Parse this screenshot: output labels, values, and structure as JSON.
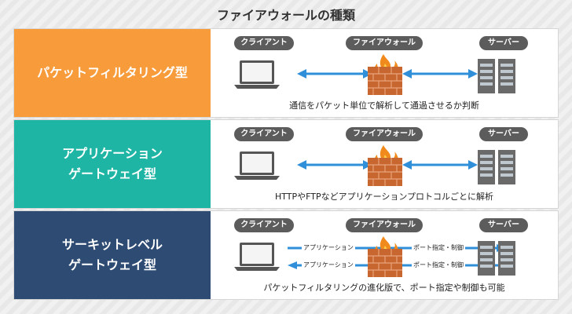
{
  "title": "ファイアウォールの種類",
  "labels": {
    "client": "クライアント",
    "firewall": "ファイアウォール",
    "server": "サーバー"
  },
  "rows": [
    {
      "name": "パケットフィルタリング型",
      "color": "#f79b3b",
      "caption": "通信をパケット単位で解析して通過させるか判断"
    },
    {
      "name": "アプリケーション\nゲートウェイ型",
      "color": "#1fb5a5",
      "caption": "HTTPやFTPなどアプリケーションプロトコルごとに解析"
    },
    {
      "name": "サーキットレベル\nゲートウェイ型",
      "color": "#2d4b73",
      "caption": "パケットフィルタリングの進化版で、ポート指定や制御も可能",
      "flows": [
        {
          "left": "アプリケーション",
          "right": "ポート指定・制御"
        },
        {
          "left": "アプリケーション",
          "right": "ポート指定・制御"
        }
      ]
    }
  ],
  "colors": {
    "arrow": "#2f8fd8",
    "brick": "#c8662f",
    "flame": "#f08a1c",
    "pill": "#5c5c5c"
  }
}
